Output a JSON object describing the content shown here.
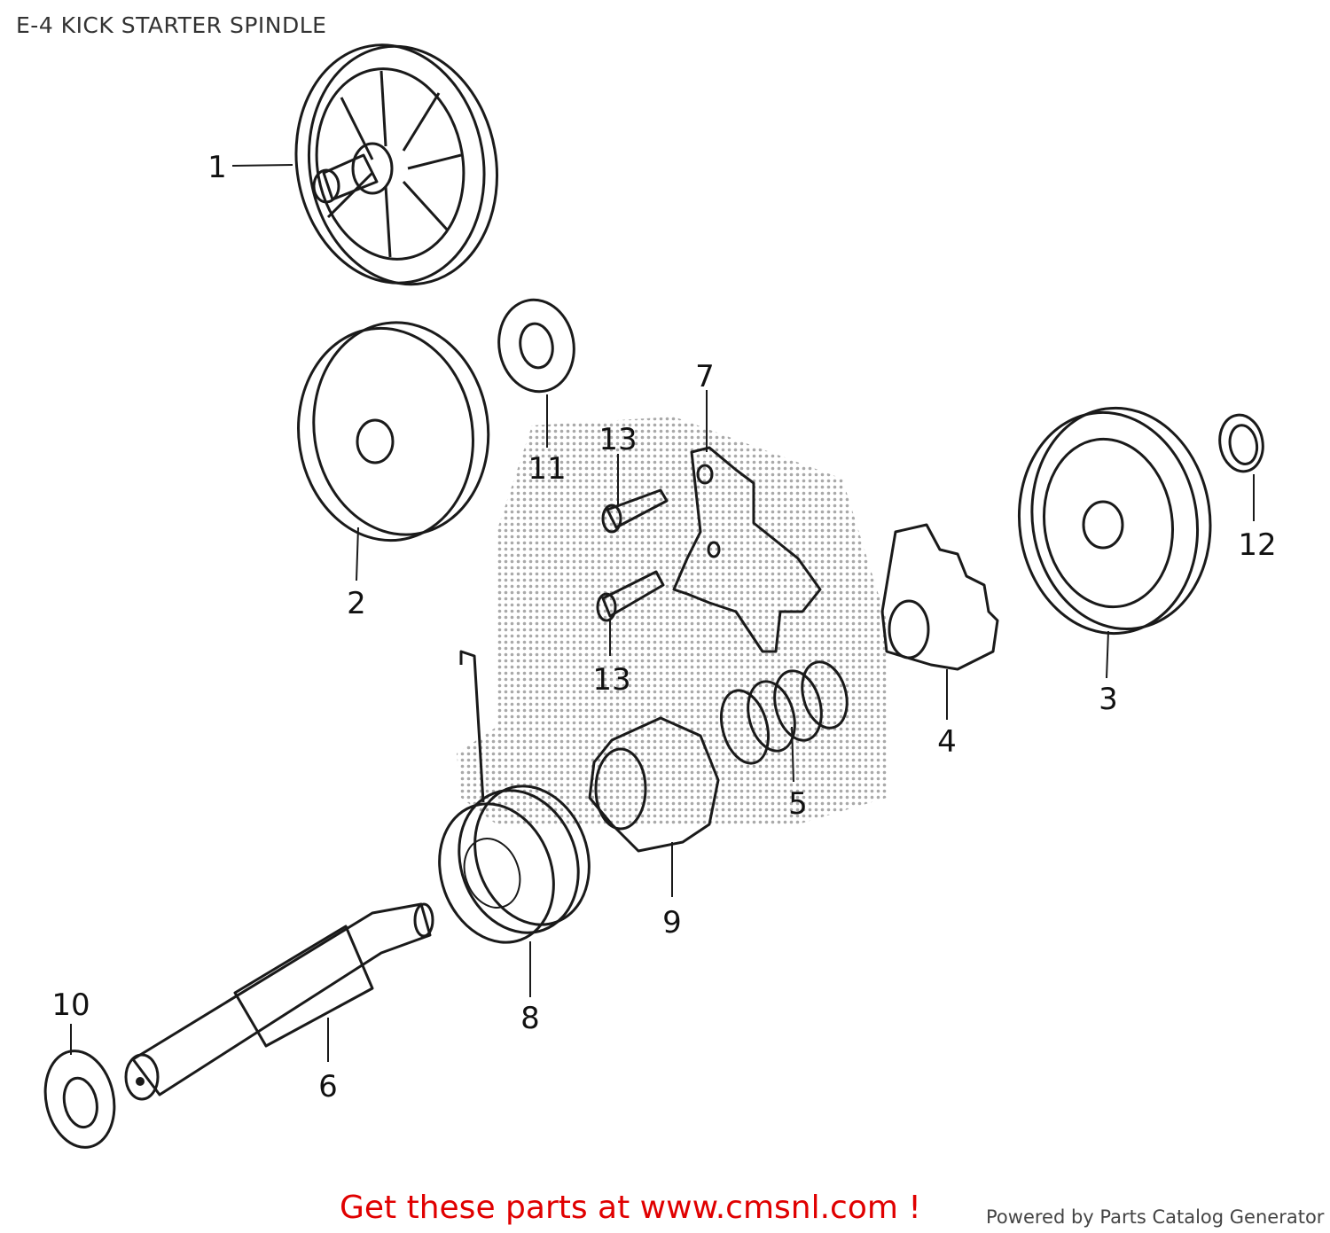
{
  "title": "E-4 KICK STARTER SPINDLE",
  "callouts": {
    "c1": "1",
    "c2": "2",
    "c3": "3",
    "c4": "4",
    "c5": "5",
    "c6": "6",
    "c7": "7",
    "c8": "8",
    "c9": "9",
    "c10": "10",
    "c11": "11",
    "c12": "12",
    "c13a": "13",
    "c13b": "13"
  },
  "footer": {
    "promo": "Get these parts at www.cmsnl.com !",
    "powered": "Powered by Parts Catalog Generator"
  },
  "colors": {
    "promo": "#e00000",
    "line": "#1a1a1a",
    "watermark": "#b5b5b5"
  }
}
